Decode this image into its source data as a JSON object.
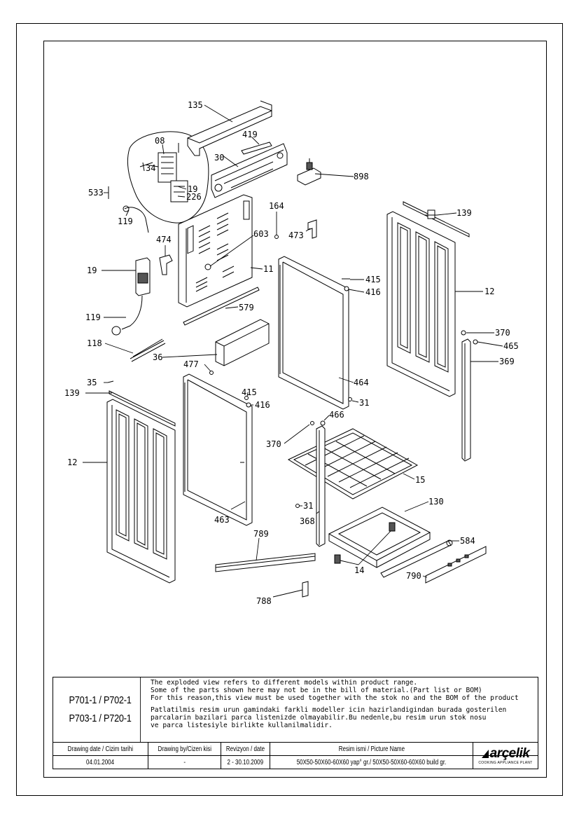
{
  "callouts": {
    "c135": "135",
    "c419": "419",
    "c08": "08",
    "c34": "34",
    "c30": "30",
    "c898": "898",
    "c19a": "19",
    "c226": "226",
    "c533": "533",
    "c119a": "119",
    "c164": "164",
    "c473": "473",
    "c603": "603",
    "c474": "474",
    "c139a": "139",
    "c19b": "19",
    "c11": "11",
    "c415a": "415",
    "c416a": "416",
    "c12a": "12",
    "c579": "579",
    "c119b": "119",
    "c370a": "370",
    "c465": "465",
    "c118": "118",
    "c36": "36",
    "c369": "369",
    "c477": "477",
    "c464": "464",
    "c35": "35",
    "c415b": "415",
    "c139b": "139",
    "c416b": "416",
    "c31a": "31",
    "c466": "466",
    "c370b": "370",
    "c12b": "12",
    "c15": "15",
    "c130": "130",
    "c31b": "31",
    "c463": "463",
    "c368": "368",
    "c789": "789",
    "c584": "584",
    "c14": "14",
    "c790": "790",
    "c788": "788"
  },
  "title_block": {
    "models_line1": "P701-1 / P702-1",
    "models_line2": "P703-1 / P720-1",
    "note_en_1": "The exploded view refers to different models within product range.",
    "note_en_2": "Some of the parts shown here may not be in the bill of material.(Part list or BOM)",
    "note_en_3": "For this reason,this view must be used together with the stok no and the BOM of the product",
    "note_tr_1": "Patlatilmis resim urun gamindaki farkli modeller icin hazirlandigindan burada gosterilen",
    "note_tr_2": "parcalarin bazilari parca listenizde olmayabilir.Bu nedenle,bu resim urun stok nosu",
    "note_tr_3": "ve parca listesiyle birlikte kullanilmalidir.",
    "hdr_date": "Drawing date / Cizim tarihi",
    "hdr_by": "Drawing by/Cizen kisi",
    "hdr_rev": "Revizyon / date",
    "hdr_pic": "Resim ismi / Picture Name",
    "val_date": "04.01.2004",
    "val_by": "-",
    "val_rev": "2 - 30.10.2009",
    "val_pic": "50X50-50X60-60X60 yap° gr./ 50X50-50X60-60X60 build gr.",
    "logo_brand": "arçelik",
    "logo_sub": "COOKING APPLIANCE PLANT"
  }
}
